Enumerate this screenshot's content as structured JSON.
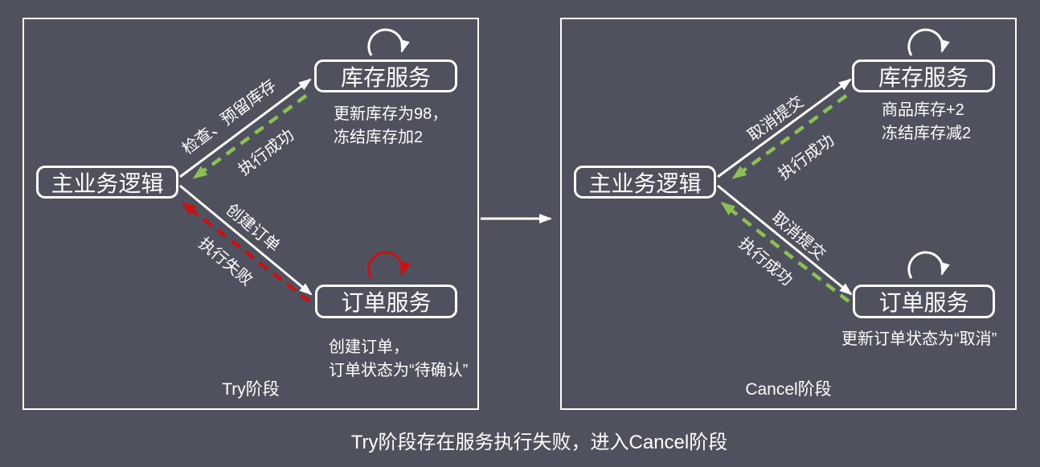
{
  "colors": {
    "bg": "#4f525e",
    "line": "#ffffff",
    "green": "#8cc152",
    "red": "#cc0f0f"
  },
  "caption": "Try阶段存在服务执行失败，进入Cancel阶段",
  "try_panel": {
    "title": "Try阶段",
    "main_node": "主业务逻辑",
    "inventory_node": "库存服务",
    "order_node": "订单服务",
    "inventory_note": "更新库存为98，\n冻结库存加2",
    "order_note": "创建订单，\n订单状态为“待确认”",
    "edge_to_inventory": "检查、预留库存",
    "edge_inventory_return": "执行成功",
    "edge_to_order": "创建订单",
    "edge_order_return": "执行失败"
  },
  "cancel_panel": {
    "title": "Cancel阶段",
    "main_node": "主业务逻辑",
    "inventory_node": "库存服务",
    "order_node": "订单服务",
    "inventory_note": "商品库存+2\n冻结库存减2",
    "order_note": "更新订单状态为“取消”",
    "edge_to_inventory": "取消提交",
    "edge_inventory_return": "执行成功",
    "edge_to_order": "取消提交",
    "edge_order_return": "执行成功"
  }
}
